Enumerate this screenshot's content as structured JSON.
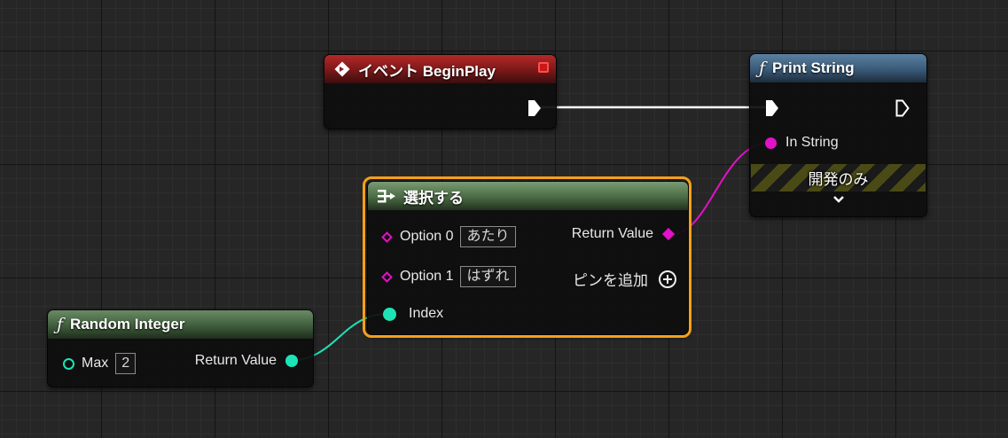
{
  "event_node": {
    "title": "イベント BeginPlay",
    "header_color": "#8b1c1c",
    "icon": "event-diamond-icon",
    "stop_icon": "delegate-square-icon"
  },
  "print_node": {
    "title": "Print String",
    "header_color": "#3a5a78",
    "icon": "function-icon",
    "in_string_label": "In String",
    "dev_only_label": "開発のみ",
    "expand_icon": "chevron-down-icon"
  },
  "select_node": {
    "title": "選択する",
    "header_color": "#4a6a44",
    "icon": "select-icon",
    "option0_label": "Option 0",
    "option0_value": "あたり",
    "option1_label": "Option 1",
    "option1_value": "はずれ",
    "index_label": "Index",
    "return_label": "Return Value",
    "add_pin_label": "ピンを追加",
    "outline_color": "#f5a019"
  },
  "random_node": {
    "title": "Random Integer",
    "header_color": "#3f5d3c",
    "icon": "function-icon",
    "max_label": "Max",
    "max_value": "2",
    "return_label": "Return Value"
  },
  "colors": {
    "integer_pin": "#1de4b7",
    "string_pin": "#e311c7",
    "exec_wire": "#ffffff"
  }
}
